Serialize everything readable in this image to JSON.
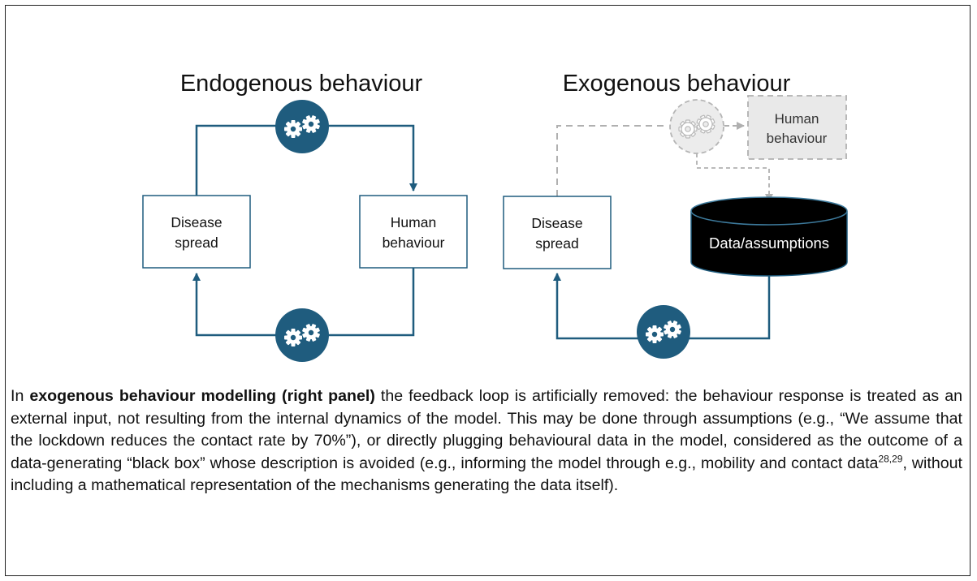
{
  "diagram": {
    "left_panel": {
      "title": "Endogenous behaviour",
      "box_left": [
        "Disease",
        "spread"
      ],
      "box_right": [
        "Human",
        "behaviour"
      ]
    },
    "right_panel": {
      "title": "Exogenous behaviour",
      "box_left": [
        "Disease",
        "spread"
      ],
      "box_top": [
        "Human",
        "behaviour"
      ],
      "database_label": "Data/assumptions"
    }
  },
  "caption": {
    "lead": "In ",
    "bold": "exogenous behaviour modelling (right panel)",
    "part1": " the feedback loop is artificially removed: the behaviour response is treated as an external input, not resulting from the internal dynamics of the model. This may be done through assumptions (e.g., “We assume that the lockdown reduces the contact rate by 70%”), or directly plugging behavioural data in the model, considered as the outcome of a data-generating “black box” whose description is avoided (e.g., informing the model through e.g., mobility and contact data",
    "superscript": "28,29",
    "part2": ", without including a mathematical representation of the mechanisms generating the data itself)."
  },
  "colors": {
    "accent": "#1f5c7e",
    "faded": "#b0b0b0",
    "faded_fill": "#e9e9e9",
    "database_fill": "#000000"
  },
  "icons": [
    "gears-icon"
  ]
}
